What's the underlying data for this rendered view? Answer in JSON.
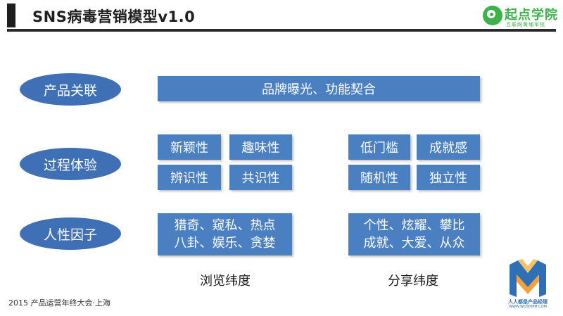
{
  "header": {
    "title": "SNS病毒营销模型v1.0",
    "logo_name": "起点学院",
    "logo_slogan": "互联网黄埔军校"
  },
  "rows": [
    {
      "label": "产品关联"
    },
    {
      "label": "过程体验"
    },
    {
      "label": "人性因子"
    }
  ],
  "row1": {
    "text": "品牌曝光、功能契合"
  },
  "row2": {
    "left": [
      "新颖性",
      "趣味性",
      "辨识性",
      "共识性"
    ],
    "right": [
      "低门槛",
      "成就感",
      "随机性",
      "独立性"
    ]
  },
  "row3": {
    "left": [
      "猎奇、窥私、热点",
      "八卦、娱乐、贪婪"
    ],
    "right": [
      "个性、炫耀、攀比",
      "成就、大爱、从众"
    ]
  },
  "dimensions": {
    "left": "浏览纬度",
    "right": "分享纬度"
  },
  "footer": {
    "text": "2015 产品运营年终大会·上海"
  },
  "brand": {
    "caption": "人人都是产品经理",
    "url": "WWW.WOSHIPM.COM"
  },
  "colors": {
    "pill": "#3f6fb5",
    "box": "#4a7fc1",
    "logo_green": "#3db24a",
    "brand_blue": "#2f6fb6",
    "brand_orange": "#f2a23a"
  }
}
